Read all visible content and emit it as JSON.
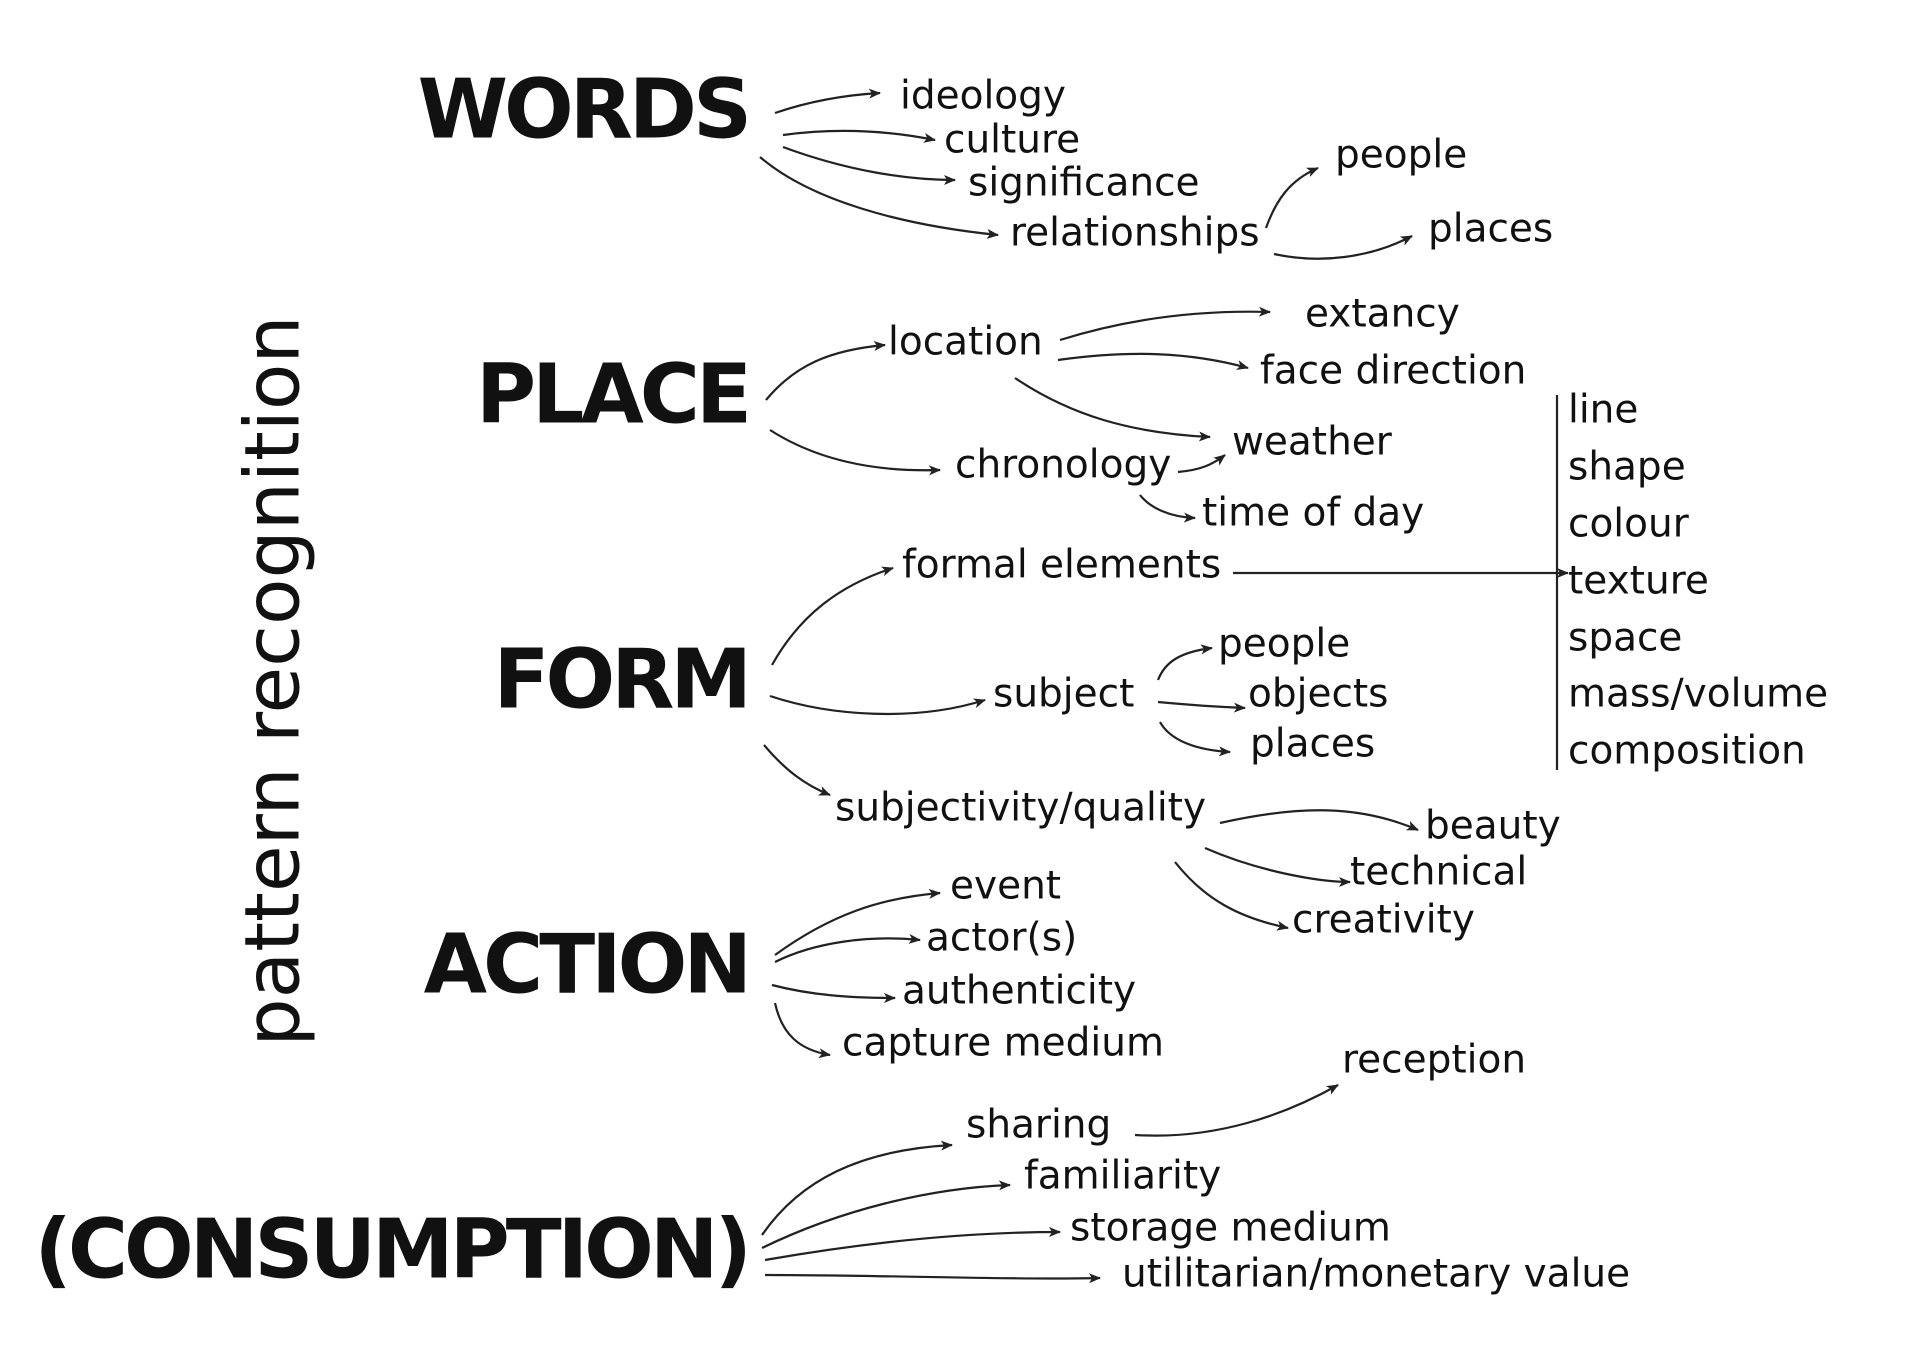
{
  "side_label": "pattern recognition",
  "categories": {
    "words": "WORDS",
    "place": "PLACE",
    "form": "FORM",
    "action": "ACTION",
    "consumption": "(CONSUMPTION)"
  },
  "words": {
    "ideology": "ideology",
    "culture": "culture",
    "significance": "significance",
    "relationships": "relationships",
    "people": "people",
    "places": "places"
  },
  "place": {
    "location": "location",
    "chronology": "chronology",
    "extancy": "extancy",
    "face_direction": "face direction",
    "weather": "weather",
    "time_of_day": "time of day"
  },
  "form": {
    "formal_elements": "formal elements",
    "subject": "subject",
    "people": "people",
    "objects": "objects",
    "places": "places",
    "subjectivity_quality": "subjectivity/quality",
    "beauty": "beauty",
    "technical": "technical",
    "creativity": "creativity",
    "elements_list": [
      "line",
      "shape",
      "colour",
      "texture",
      "space",
      "mass/volume",
      "composition"
    ]
  },
  "action": {
    "event": "event",
    "actors": "actor(s)",
    "authenticity": "authenticity",
    "capture_medium": "capture medium"
  },
  "consumption": {
    "sharing": "sharing",
    "reception": "reception",
    "familiarity": "familiarity",
    "storage_medium": "storage medium",
    "utilitarian_value": "utilitarian/monetary value"
  }
}
